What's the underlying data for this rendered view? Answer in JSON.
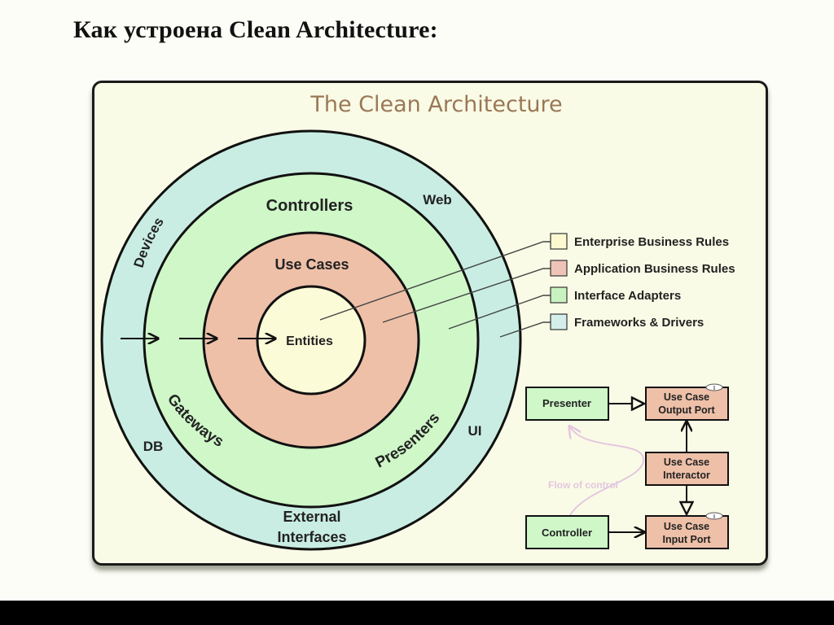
{
  "heading": "Как устроена Clean Architecture:",
  "diagram": {
    "title": "The Clean Architecture",
    "colors": {
      "title": "#9a7856",
      "frameworks": "#c9ede2",
      "adapters": "#cff7c8",
      "application": "#eec0a8",
      "enterprise": "#fcfbd8",
      "flow": "#e3c8e0"
    },
    "rings": {
      "frameworks_labels": [
        "Devices",
        "Web",
        "DB",
        "UI",
        "External",
        "Interfaces"
      ],
      "adapters_labels": [
        "Controllers",
        "Gateways",
        "Presenters"
      ],
      "application_label": "Use Cases",
      "enterprise_label": "Entities"
    },
    "legend": [
      {
        "label": "Enterprise Business Rules",
        "color": "#fcf8d0"
      },
      {
        "label": "Application Business Rules",
        "color": "#efc4b8"
      },
      {
        "label": "Interface Adapters",
        "color": "#c8f2c0"
      },
      {
        "label": "Frameworks & Drivers",
        "color": "#d4eeec"
      }
    ],
    "flow": {
      "presenter": "Presenter",
      "controller": "Controller",
      "output_port": [
        "Use Case",
        "Output Port"
      ],
      "interactor": [
        "Use Case",
        "Interactor"
      ],
      "input_port": [
        "Use Case",
        "Input Port"
      ],
      "interface_marker": "I",
      "flow_label": "Flow of control"
    }
  }
}
